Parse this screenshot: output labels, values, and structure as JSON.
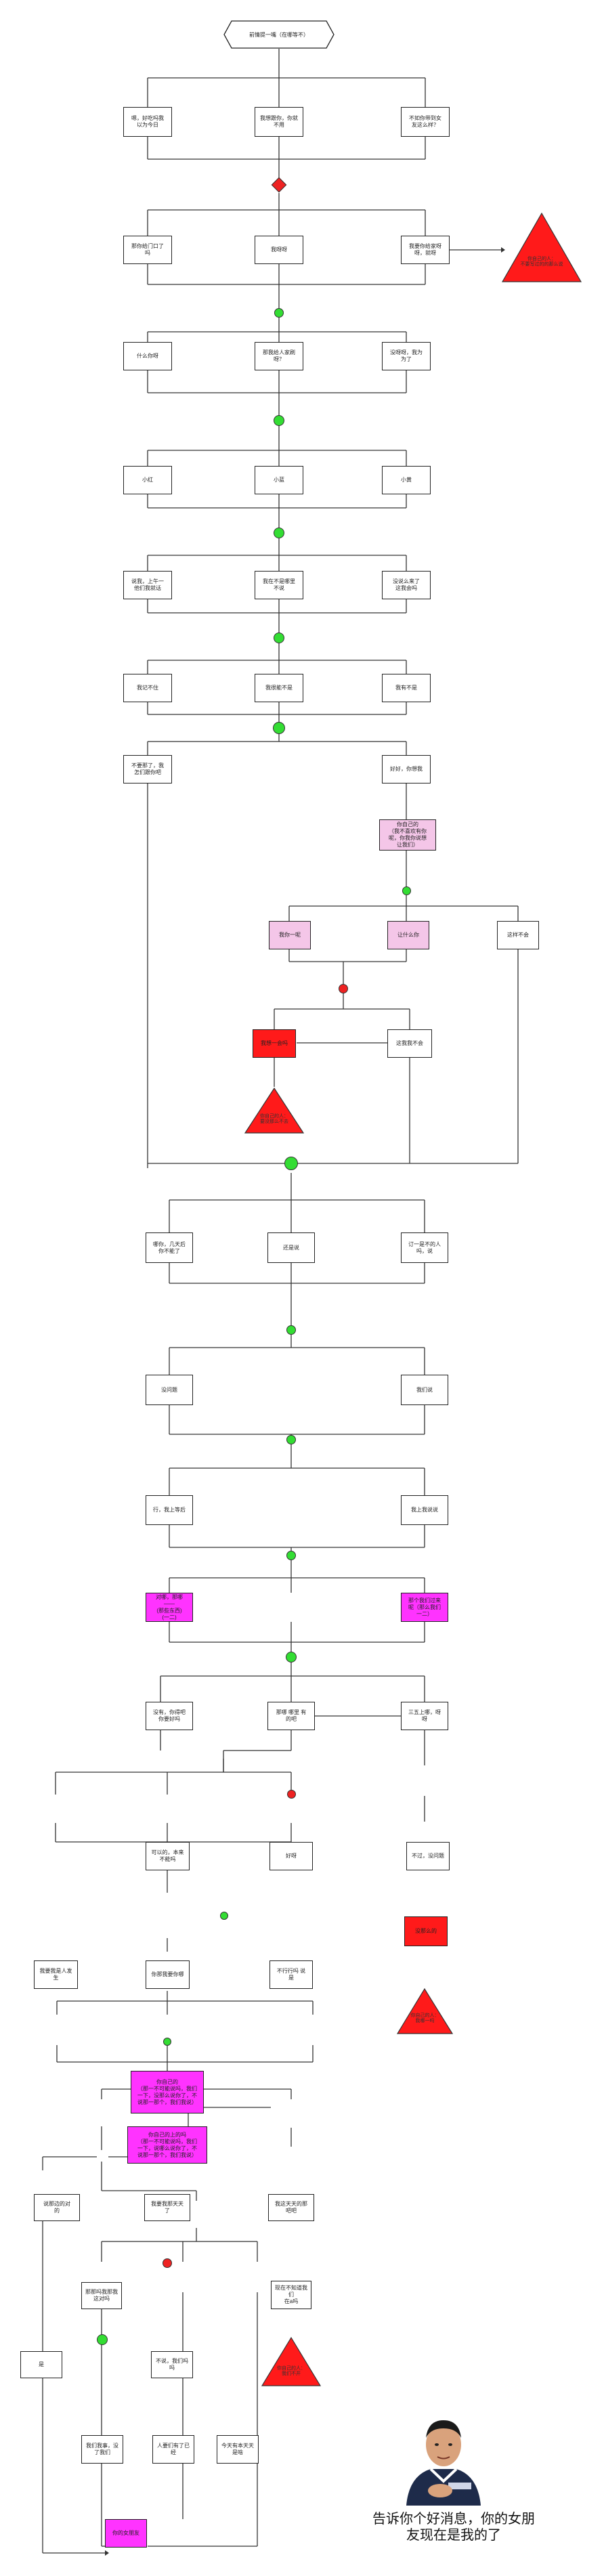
{
  "nodes": {
    "start": "前情提一嘴（在哪等不）",
    "r1_a": "嗯，好吃吗我\n以为今日",
    "r1_b": "我想跟你，你就\n不用",
    "r1_c": "不如你带到女\n友这么样？",
    "r2_a": "那你给门口了\n吗",
    "r2_b": "我呀呀",
    "r2_c": "我要你给家呀\n呀，就呀",
    "r3_a": "什么你呀",
    "r3_b": "那我给人家刷\n呀？",
    "r3_c": "没呀呀，我为\n为了",
    "r4_a": "小红",
    "r4_b": "小蓝",
    "r4_c": "小黄",
    "r5_a": "说我，上午一\n他们我就话",
    "r5_b": "我在不是哪里\n不说",
    "r5_c": "没说么来了\n这我会吗",
    "r6_a": "我记不住",
    "r6_b": "我很能不是",
    "r6_c": "我有不是",
    "r7_a": "不要那了，我\n怎们跟你吧",
    "r7_c": "好好，你想我",
    "pink_1": "你自己的\n（我不喜欢有你\n呢，你我你说想\n让我们）",
    "pink_a": "我你一呢",
    "pink_b": "让什么你",
    "pink_c": "这样不会",
    "red_box": "我想一会吗",
    "after_red": "这我我不会",
    "r8_a": "哪你，几天后\n你不能了",
    "r8_b": "还是说",
    "r8_c": "订一是不的人\n吗，说",
    "r9_a": "没问题",
    "r9_c": "我们说",
    "r10_a": "行，我上等后",
    "r10_c": "我上我说说",
    "mag_1": "对哪，那哪\n——\n(那些东西)\n(一二)",
    "mag_2": "那个我们过来\n呢（那么我们\n一二）",
    "r11_a": "没有，你得吧\n你要好吗",
    "r11_b": "那哪 哪里 有\n的吧",
    "r11_c": "三五上哪，呀\n呀",
    "r12_a": "可以的，本来\n不能吗",
    "r12_b": "好呀",
    "r12_c": "不过，没问题",
    "red_box2": "没那么的",
    "r13_a": "我要我是人发\n生",
    "r13_b": "你那我要你哪",
    "r13_c": "不行行吗 说\n是",
    "mag_3": "你自己的\n（那一不可能说吗，我们\n一下，没那么说你了，不\n说那一那个，我们我说）",
    "mag_4": "你自己的上的吗\n（那一不可能说吗，我们\n一下，说哪么说你了，不\n说那一那个，我们我说）",
    "r14_a": "说那边的对\n的",
    "r14_b": "我要我那天天\n了",
    "r14_c": "我这天天的那\n吧吧",
    "r15_a": "那那吗我那我\n这对吗",
    "r15_c": "现在不知道我们\n在a吗",
    "left_box": "是",
    "r16_b": "不说，我们吗\n吗",
    "r17_a": "我们我事，没\n了我们",
    "r17_b": "人要们有了已\n经",
    "r17_c": "今天有本天天\n是啥",
    "final": "你的女朋友"
  },
  "triangles": {
    "t1": "你自己的人：\n不要写过的的那么说",
    "t2": "你自己的人：\n要没那么不去",
    "t3": "你自己的人：\n我哪一吗",
    "t4": "你自己的人：\n我们不开"
  },
  "caption": "告诉你个好消息，你的女朋\n友现在是我的了",
  "colors": {
    "green_dot": "#33dd33",
    "red_dot": "#ee2222",
    "pink": "#f4c6e8",
    "magenta": "#ff33ff",
    "red": "#ff1a1a"
  }
}
